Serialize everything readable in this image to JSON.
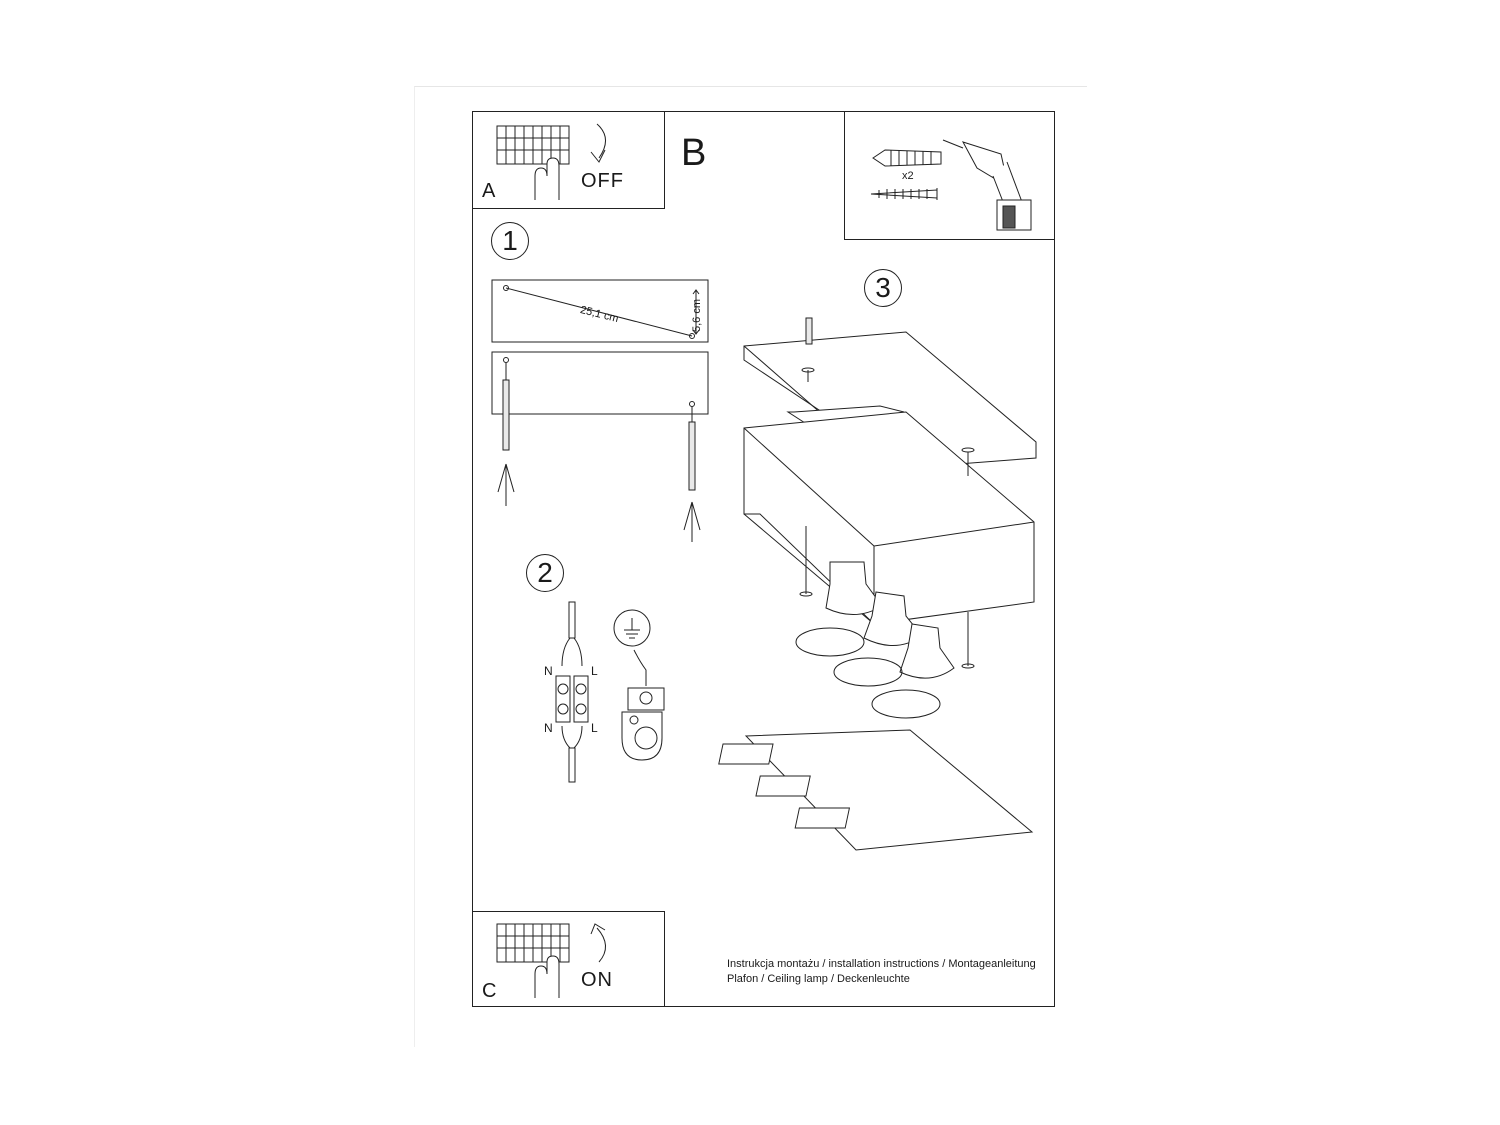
{
  "panels": {
    "a": {
      "letter": "A",
      "switch_label": "OFF"
    },
    "b": {
      "letter": "B",
      "quantity": "x2"
    },
    "c": {
      "letter": "C",
      "switch_label": "ON"
    }
  },
  "steps": [
    {
      "number": "1"
    },
    {
      "number": "2"
    },
    {
      "number": "3"
    }
  ],
  "step1": {
    "diagonal": "25,1 cm",
    "height": "5,6 cm"
  },
  "step2": {
    "neutral": "N",
    "live": "L"
  },
  "footer": {
    "line1": "Instrukcja montażu / installation instructions / Montageanleitung",
    "line2": "Plafon / Ceiling lamp / Deckenleuchte"
  }
}
